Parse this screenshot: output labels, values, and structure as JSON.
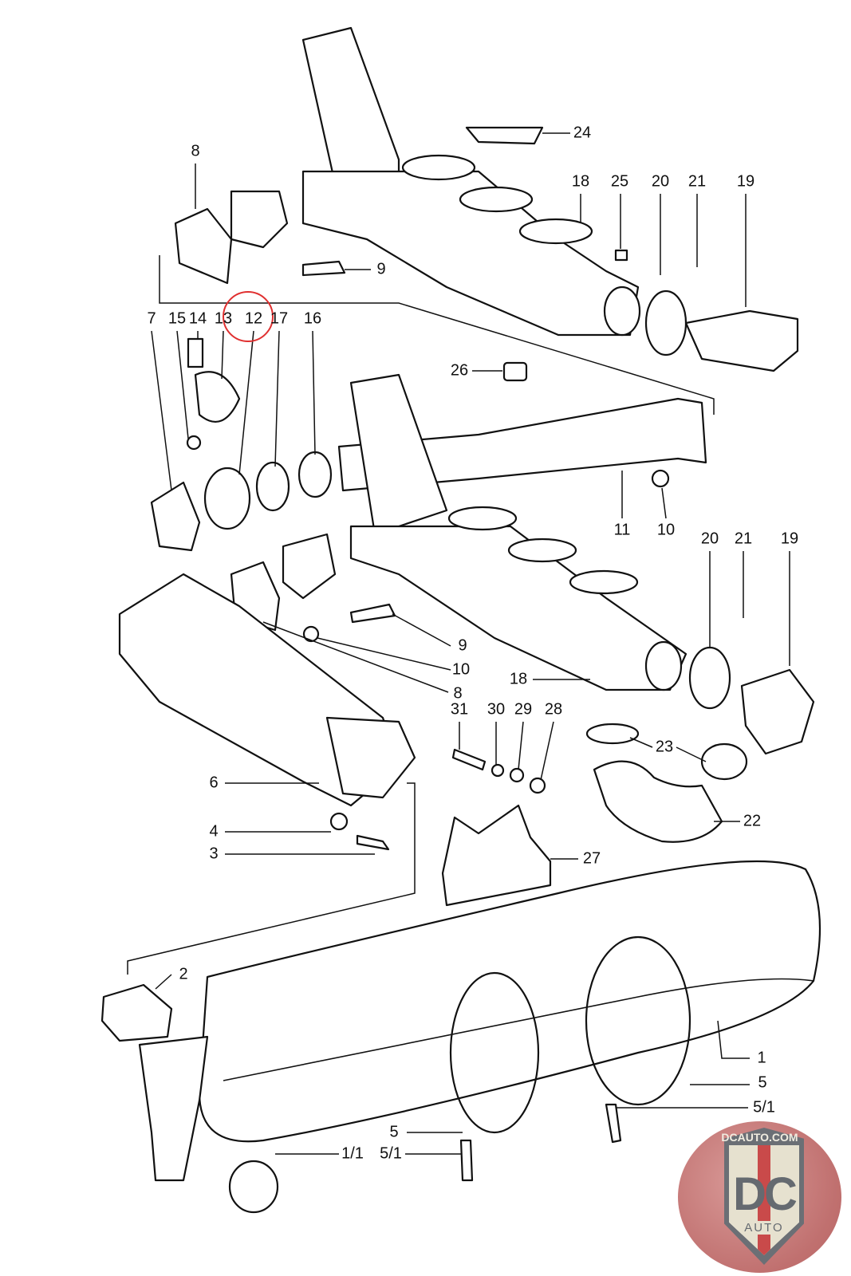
{
  "diagram": {
    "callouts": [
      "24",
      "8",
      "18",
      "25",
      "20",
      "21",
      "19",
      "9",
      "7",
      "15",
      "14",
      "13",
      "12",
      "17",
      "16",
      "26",
      "11",
      "10",
      "20",
      "21",
      "19",
      "9",
      "10",
      "8",
      "18",
      "31",
      "30",
      "29",
      "28",
      "23",
      "6",
      "22",
      "4",
      "3",
      "27",
      "2",
      "1",
      "5",
      "5",
      "5/1",
      "1/1",
      "5/1"
    ],
    "highlighted_callout": "12",
    "highlight_color": "#e03030"
  },
  "watermark": {
    "url_text": "DCAUTO.COM",
    "brand": "DC",
    "sub": "AUTO",
    "colors": {
      "shield": "#6b6f75",
      "stripe": "#c94a4a",
      "background": "#c0706f"
    }
  }
}
